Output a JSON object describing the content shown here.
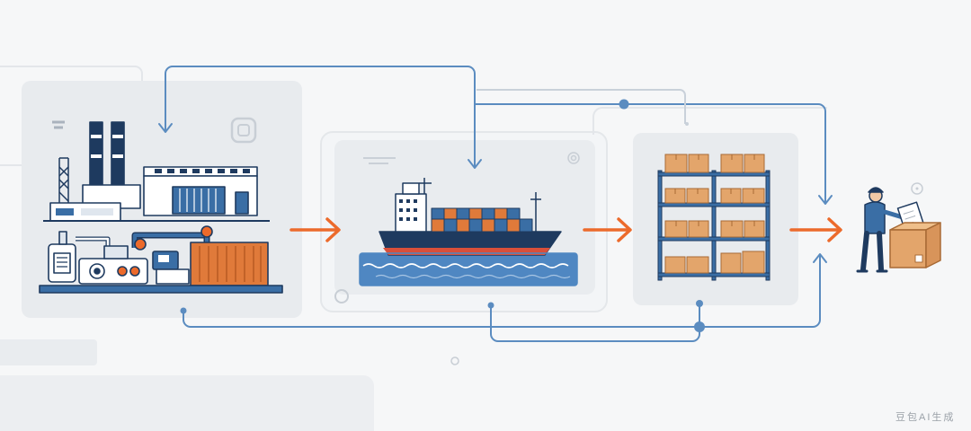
{
  "diagram": {
    "stages": [
      {
        "id": "factory"
      },
      {
        "id": "shipping"
      },
      {
        "id": "warehouse"
      },
      {
        "id": "delivery"
      }
    ],
    "colors": {
      "accent_arrow": "#ec6a2b",
      "connector": "#5b8cc0",
      "navy": "#1e3a5f",
      "steel_blue": "#3a6ea5",
      "box_orange": "#e3a56b",
      "water": "#4f87c2",
      "panel": "#e8ebee",
      "background": "#f6f7f8"
    },
    "icons": [
      "factory-icon",
      "cargo-ship-icon",
      "warehouse-shelves-icon",
      "delivery-person-icon",
      "shipping-container-icon"
    ],
    "watermark": "豆包AI生成"
  }
}
